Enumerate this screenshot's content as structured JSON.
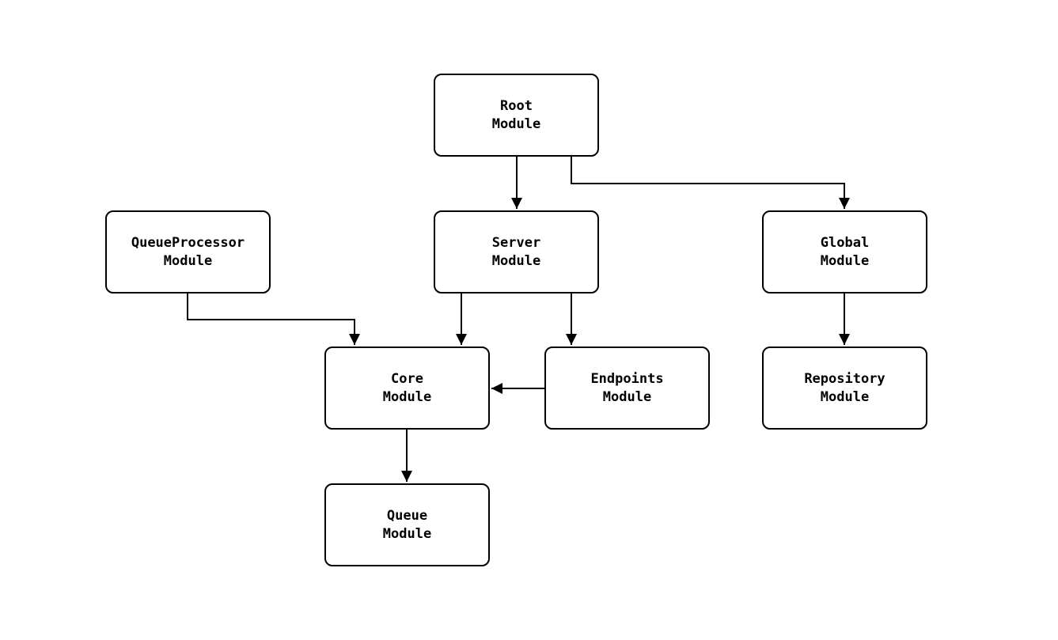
{
  "diagram": {
    "type": "flowchart",
    "background_color": "#ffffff",
    "node_fill_color": "#ffffff",
    "node_border_color": "#000000",
    "edge_color": "#000000",
    "text_color": "#000000",
    "nodes": [
      {
        "id": "root",
        "label": "Root\nModule"
      },
      {
        "id": "server",
        "label": "Server\nModule"
      },
      {
        "id": "global",
        "label": "Global\nModule"
      },
      {
        "id": "queueprocessor",
        "label": "QueueProcessor\nModule"
      },
      {
        "id": "core",
        "label": "Core\nModule"
      },
      {
        "id": "endpoints",
        "label": "Endpoints\nModule"
      },
      {
        "id": "repository",
        "label": "Repository\nModule"
      },
      {
        "id": "queue",
        "label": "Queue\nModule"
      }
    ],
    "edges": [
      {
        "from": "root",
        "to": "server"
      },
      {
        "from": "root",
        "to": "global"
      },
      {
        "from": "queueprocessor",
        "to": "core"
      },
      {
        "from": "server",
        "to": "core"
      },
      {
        "from": "server",
        "to": "endpoints"
      },
      {
        "from": "endpoints",
        "to": "core"
      },
      {
        "from": "core",
        "to": "queue"
      },
      {
        "from": "global",
        "to": "repository"
      }
    ]
  }
}
